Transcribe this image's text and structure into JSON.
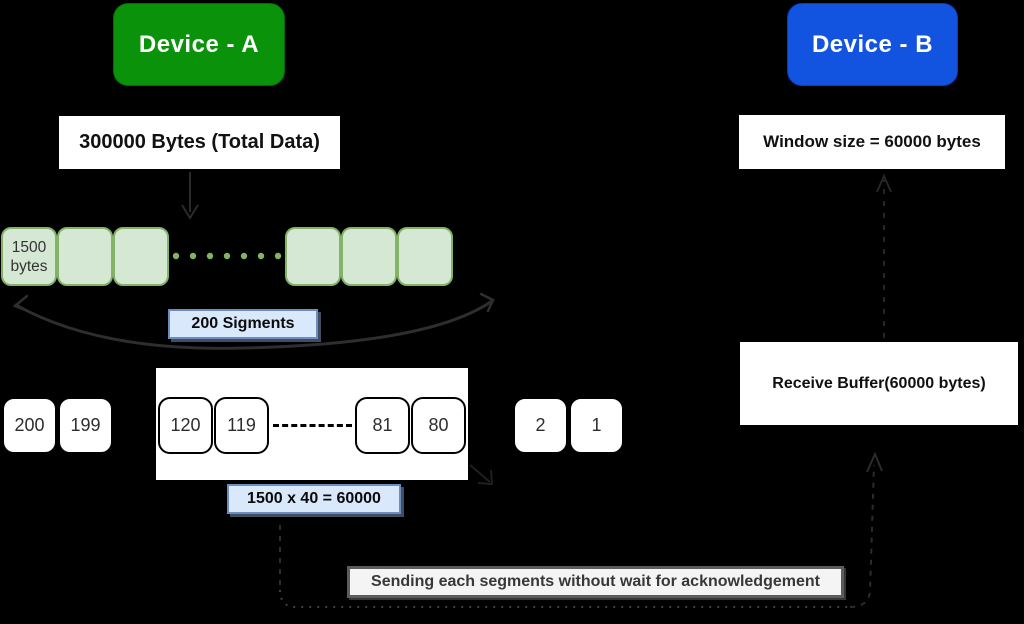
{
  "device_a": {
    "label": "Device - A"
  },
  "device_b": {
    "label": "Device - B"
  },
  "total_data_label": "300000 Bytes (Total Data)",
  "window_size_label": "Window size = 60000 bytes",
  "receive_buffer_label": "Receive Buffer(60000 bytes)",
  "segment_size": {
    "line1": "1500",
    "line2": "bytes"
  },
  "segments_count_label": "200 Sigments",
  "window_calc_label": "1500 x 40 = 60000",
  "sending_note": "Sending each segments without wait for acknowledgement",
  "segment_numbers": {
    "outside_left": [
      "200",
      "199"
    ],
    "window_left": [
      "120",
      "119"
    ],
    "window_right": [
      "81",
      "80"
    ],
    "outside_right": [
      "2",
      "1"
    ]
  },
  "colors": {
    "background": "#000000",
    "device_a_fill": "#0a930a",
    "device_b_fill": "#1254e0",
    "segment_fill": "#d5e8d4",
    "segment_stroke": "#82b366",
    "label_fill": "#dae8fc",
    "label_stroke": "#6c8ebf",
    "note_fill": "#f4f4f4",
    "note_stroke": "#5c5c5c",
    "connector": "#2e2e2e"
  }
}
